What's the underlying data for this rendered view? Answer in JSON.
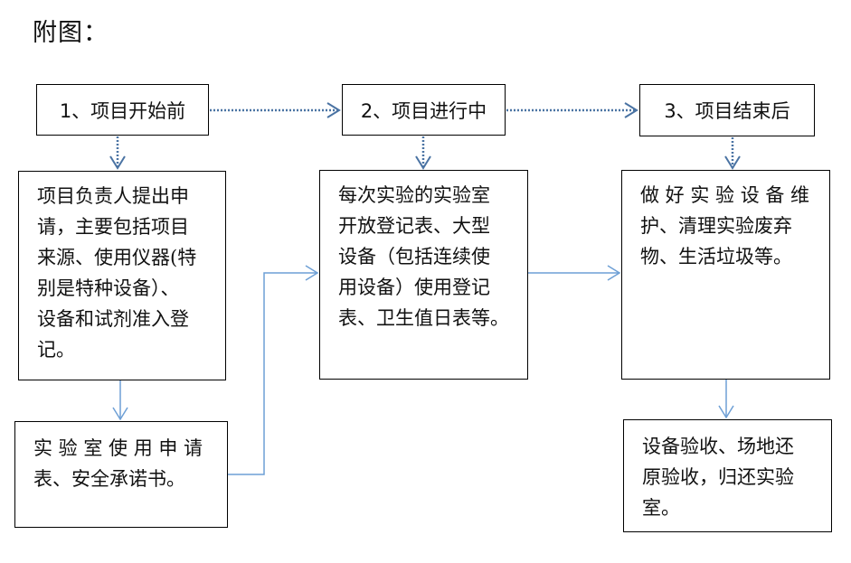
{
  "title": "附图：",
  "stages": [
    {
      "label": "1、项目开始前"
    },
    {
      "label": "2、项目进行中"
    },
    {
      "label": "3、项目结束后"
    }
  ],
  "details": {
    "before": [
      "项目负责人提出申",
      "请，主要包括项目",
      "来源、使用仪器(特",
      "别是特种设备）、",
      "设备和试剂准入登",
      "记。"
    ],
    "before_forms": [
      "实 验 室 使 用 申 请",
      "表、安全承诺书。"
    ],
    "during": [
      "每次实验的实验室",
      "开放登记表、大型",
      "设备（包括连续使",
      "用设备）使用登记",
      "表、卫生值日表等。"
    ],
    "after": [
      "做 好 实 验 设 备 维",
      "护、清理实验废弃",
      "物、生活垃圾等。"
    ],
    "after_acceptance": [
      "设备验收、场地还",
      "原验收，归还实验",
      "室。"
    ]
  },
  "colors": {
    "dotted_connector": "#4a73a3",
    "solid_connector": "#6d9fd5",
    "box_border": "#000000"
  }
}
